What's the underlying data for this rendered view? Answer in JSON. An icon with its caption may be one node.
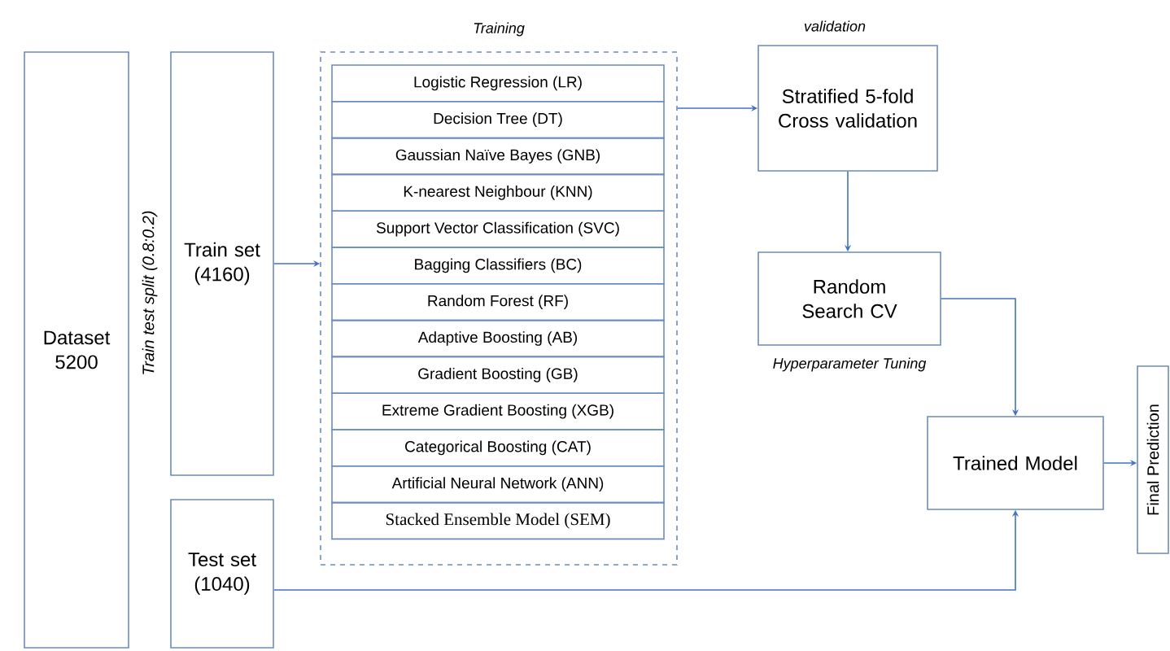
{
  "diagram": {
    "nodes": [
      {
        "text": [
          "Dataset 5200"
        ]
      },
      {
        "text": [
          "Train set (4160)"
        ]
      },
      {
        "text": [
          "Test set (1040)"
        ]
      },
      {
        "text": [
          "Training"
        ]
      },
      {
        "text": [
          "Logistic Regression (LR)"
        ],
        "in": 3
      },
      {
        "text": [
          "Decision Tree (DT)"
        ],
        "in": 3
      },
      {
        "text": [
          "Gaussian Naïve Bayes (GNB)"
        ],
        "in": 3
      },
      {
        "text": [
          "K-nearest Neighbour (KNN)"
        ],
        "in": 3
      },
      {
        "text": [
          "Support Vector Classification (SVC)"
        ],
        "in": 3
      },
      {
        "text": [
          "Bagging Classifiers (BC)"
        ],
        "in": 3
      },
      {
        "text": [
          "Random Forest (RF)"
        ],
        "in": 3
      },
      {
        "text": [
          "Adaptive Boosting (AB)"
        ],
        "in": 3
      },
      {
        "text": [
          "Gradient Boosting (GB)"
        ],
        "in": 3
      },
      {
        "text": [
          "Extreme Gradient Boosting (XGB)"
        ],
        "in": 3
      },
      {
        "text": [
          "Categorical Boosting (CAT)"
        ],
        "in": 3
      },
      {
        "text": [
          "Artificial Neural Network (ANN)"
        ],
        "in": 3
      },
      {
        "text": [
          "Stacked Ensemble Model (SEM)"
        ],
        "in": 3
      },
      {
        "text": [
          "validation",
          "Stratified 5-fold Cross validation"
        ]
      },
      {
        "text": [
          "Random Search CV"
        ],
        "beside": [
          "Hyperparameter Tuning"
        ]
      },
      {
        "text": [
          "Trained Model"
        ]
      },
      {
        "text": [
          "Final Prediction"
        ]
      }
    ],
    "edges": [
      {
        "from": 1,
        "to": 3,
        "arrow": "to"
      },
      {
        "from": 3,
        "to": 17,
        "arrow": "to"
      },
      {
        "from": 17,
        "to": 18,
        "arrow": "to"
      },
      {
        "from": 18,
        "to": 19,
        "arrow": "to"
      },
      {
        "from": 2,
        "to": 19,
        "arrow": "to"
      },
      {
        "from": 19,
        "to": 20,
        "arrow": "to"
      }
    ],
    "labels": [
      "Train test split (0.8:0.2)"
    ]
  }
}
